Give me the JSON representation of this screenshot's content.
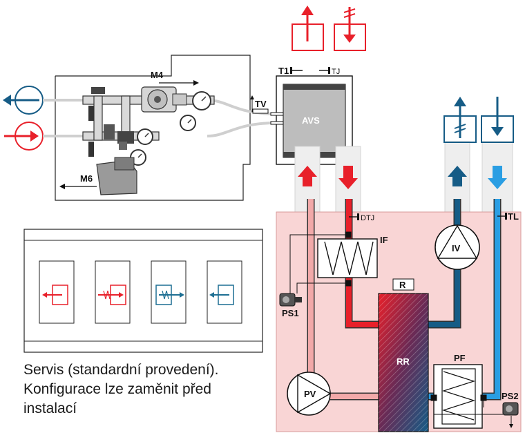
{
  "labels": {
    "m4": "M4",
    "m6": "M6",
    "tv": "TV",
    "t1": "T1",
    "tj": "TJ",
    "avs": "AVS",
    "dtj": "DTJ",
    "tl": "TL",
    "if": "IF",
    "iv": "IV",
    "r": "R",
    "rr": "RR",
    "pf": "PF",
    "ps1": "PS1",
    "ps2": "PS2",
    "pv": "PV"
  },
  "note": {
    "line1": "Servis (standardní provedení).",
    "line2": "Konfigurace lze zaměnit před",
    "line3": "instalací"
  },
  "colors": {
    "red": "#e8202a",
    "pink": "#f2a9a9",
    "blue": "#2a9ee3",
    "dark_blue": "#165c86",
    "teal": "#1d6f93",
    "panel": "#f9d5d5"
  },
  "icons": [
    "exhaust-out-icon",
    "fresh-in-icon",
    "return-air-icon",
    "supply-air-icon"
  ]
}
